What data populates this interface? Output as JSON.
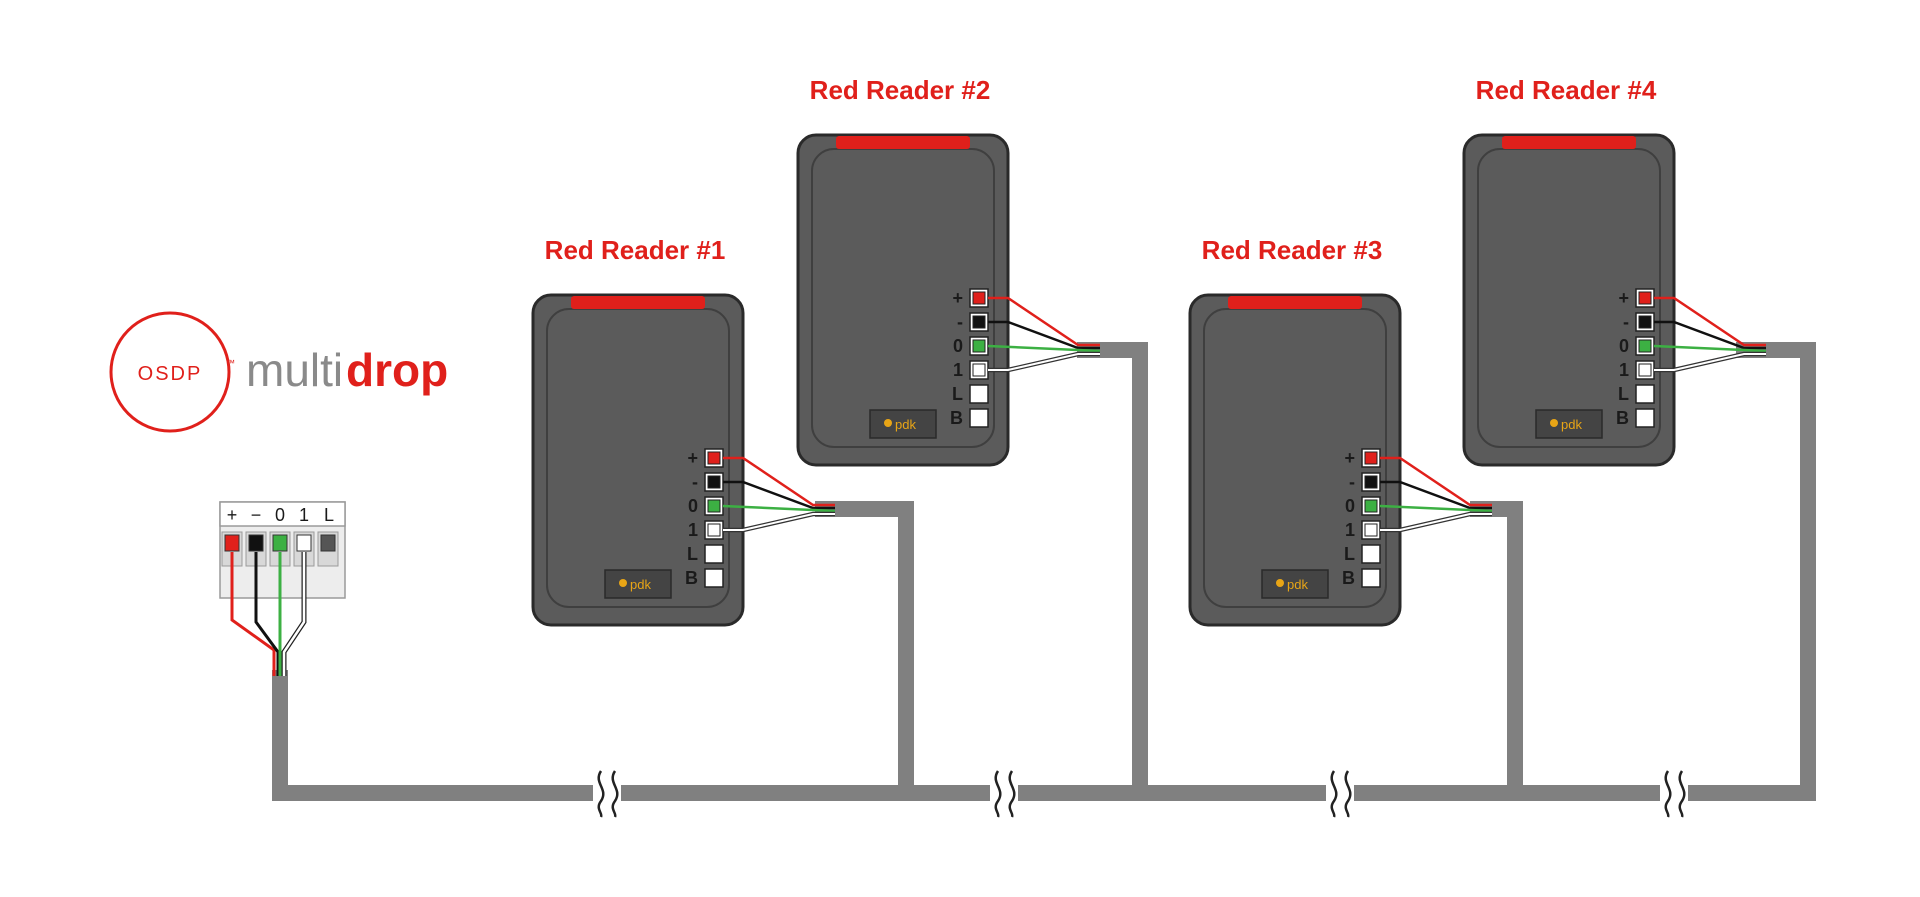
{
  "logo": {
    "osdp": "OSDP",
    "tm": "™",
    "multi": "multi",
    "drop": "drop"
  },
  "controller": {
    "terminals": [
      "+",
      "−",
      "0",
      "1",
      "L"
    ]
  },
  "readers": [
    {
      "title": "Red Reader #1",
      "brand": "pdk",
      "terminals": [
        "+",
        "-",
        "0",
        "1",
        "L",
        "B"
      ]
    },
    {
      "title": "Red Reader #2",
      "brand": "pdk",
      "terminals": [
        "+",
        "-",
        "0",
        "1",
        "L",
        "B"
      ]
    },
    {
      "title": "Red Reader #3",
      "brand": "pdk",
      "terminals": [
        "+",
        "-",
        "0",
        "1",
        "L",
        "B"
      ]
    },
    {
      "title": "Red Reader #4",
      "brand": "pdk",
      "terminals": [
        "+",
        "-",
        "0",
        "1",
        "L",
        "B"
      ]
    }
  ],
  "colors": {
    "accent": "#e0201b",
    "reader_body": "#5b5b5b",
    "reader_outline": "#2a2a2a",
    "cable": "#808080",
    "wire_power": "#e0201b",
    "wire_ground": "#111111",
    "wire_data0": "#3cb043",
    "wire_data1": "#ffffff"
  }
}
